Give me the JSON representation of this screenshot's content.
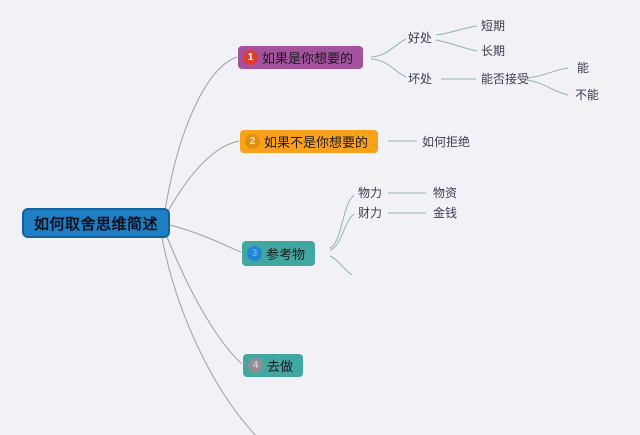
{
  "mindmap": {
    "root": {
      "label": "如何取舍思维简述"
    },
    "branches": [
      {
        "label": "如果是你想要的",
        "badge": "1",
        "children": [
          {
            "label": "好处",
            "children": [
              {
                "label": "短期"
              },
              {
                "label": "长期"
              }
            ]
          },
          {
            "label": "坏处",
            "children": [
              {
                "label": "能否接受",
                "children": [
                  {
                    "label": "能"
                  },
                  {
                    "label": "不能"
                  }
                ]
              }
            ]
          }
        ]
      },
      {
        "label": "如果不是你想要的",
        "badge": "2",
        "children": [
          {
            "label": "如何拒绝"
          }
        ]
      },
      {
        "label": "参考物",
        "badge": "3",
        "children": [
          {
            "label": "物力",
            "children": [
              {
                "label": "物资"
              }
            ]
          },
          {
            "label": "财力",
            "children": [
              {
                "label": "金钱"
              }
            ]
          }
        ]
      },
      {
        "label": "去做",
        "badge": "4",
        "children": []
      }
    ]
  },
  "colors": {
    "background": "#f1f1f6",
    "root_fill": "#1e7fc5",
    "root_border": "#13629f",
    "root_text": "#10131f",
    "branch1_fill": "#a4529e",
    "branch2_fill": "#f9a11b",
    "branch3_fill": "#41a7a0",
    "branch4_fill": "#41a7a0",
    "branch_text": "#1a1a1f",
    "badge1_fill": "#e23a2c",
    "badge2_fill": "#e18f0e",
    "badge3_fill": "#1d86d8",
    "badge4_fill": "#8f8f93",
    "badge_text": "#ffffff",
    "connector_main": "#9aa0ab",
    "connector_sub": "#8fb5ae",
    "leaf_text": "#3b3b4d"
  }
}
